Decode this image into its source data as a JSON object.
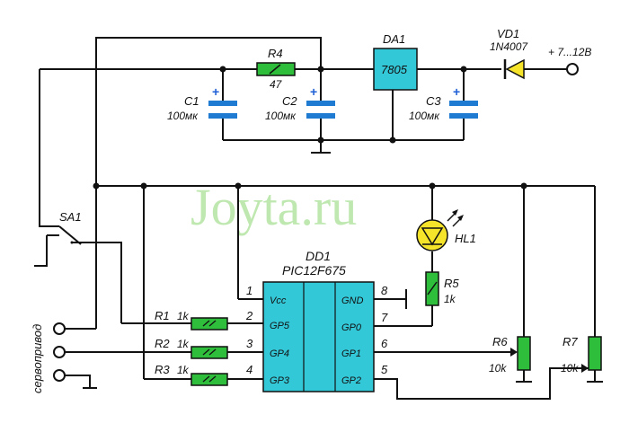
{
  "watermark": "Joyta.ru",
  "colors": {
    "wire": "#111111",
    "chip": "#33c8d8",
    "resistor": "#2fbe3b",
    "capacitor": "#1f7bd1",
    "led": "#f6e42b",
    "diode": "#f6e42b",
    "plus": "#1f5fd6",
    "watermark": "#bfe8b0"
  },
  "supply": {
    "label": "+ 7...12В"
  },
  "diode": {
    "ref": "VD1",
    "part": "1N4007"
  },
  "regulator": {
    "ref": "DA1",
    "part": "7805"
  },
  "plus_sign": "+",
  "r4": {
    "ref": "R4",
    "value": "47"
  },
  "c1": {
    "ref": "C1",
    "value": "100мк"
  },
  "c2": {
    "ref": "C2",
    "value": "100мк"
  },
  "c3": {
    "ref": "C3",
    "value": "100мк"
  },
  "switch": {
    "ref": "SA1"
  },
  "led": {
    "ref": "HL1"
  },
  "r5": {
    "ref": "R5",
    "value": "1k"
  },
  "mcu": {
    "ref": "DD1",
    "part": "PIC12F675",
    "left_pins": [
      {
        "num": "1",
        "name": "Vcc"
      },
      {
        "num": "2",
        "name": "GP5"
      },
      {
        "num": "3",
        "name": "GP4"
      },
      {
        "num": "4",
        "name": "GP3"
      }
    ],
    "right_pins": [
      {
        "num": "8",
        "name": "GND"
      },
      {
        "num": "7",
        "name": "GP0"
      },
      {
        "num": "6",
        "name": "GP1"
      },
      {
        "num": "5",
        "name": "GP2"
      }
    ]
  },
  "resistors_in": [
    {
      "ref": "R1",
      "value": "1k"
    },
    {
      "ref": "R2",
      "value": "1k"
    },
    {
      "ref": "R3",
      "value": "1k"
    }
  ],
  "r6": {
    "ref": "R6",
    "value": "10k"
  },
  "r7": {
    "ref": "R7",
    "value": "10k"
  },
  "servo_label": "сервопривод"
}
